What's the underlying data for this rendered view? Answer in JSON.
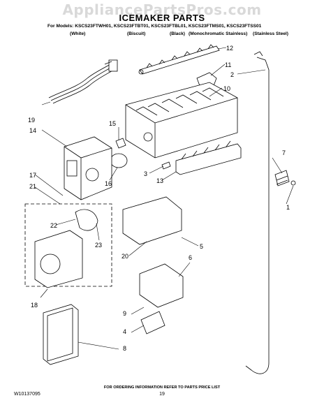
{
  "watermark": "AppliancePartsPros.com",
  "title": "ICEMAKER PARTS",
  "models_line": "For Models: KSCS23FTWH01, KSCS23FTBT01, KSCS23FTBL01, KSCS23FTMS01, KSCS23FTSS01",
  "colors": [
    "(White)",
    "(Biscuit)",
    "(Black)",
    "(Monochromatic Stainless)",
    "(Stainless Steel)"
  ],
  "callouts": [
    "1",
    "2",
    "3",
    "4",
    "5",
    "6",
    "7",
    "8",
    "9",
    "10",
    "11",
    "12",
    "13",
    "14",
    "15",
    "16",
    "17",
    "18",
    "19",
    "20",
    "21",
    "22",
    "23"
  ],
  "footer_note": "FOR ORDERING INFORMATION REFER TO PARTS PRICE LIST",
  "part_number": "W10137095",
  "page_number": "19"
}
